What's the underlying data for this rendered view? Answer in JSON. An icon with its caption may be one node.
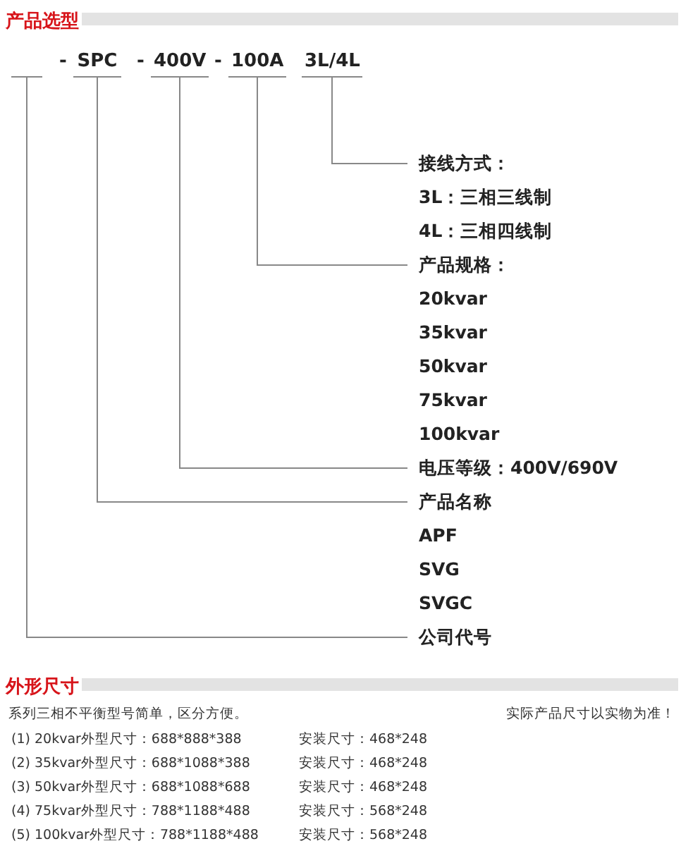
{
  "diagram": {
    "nodes": [
      {
        "text": [],
        "shape": "bar"
      },
      {
        "text": [
          "SPC"
        ]
      },
      {
        "text": [
          "400V"
        ]
      },
      {
        "text": [
          "100A"
        ]
      },
      {
        "text": [
          "3L/4L"
        ]
      },
      {
        "text": [
          "接线方式：",
          "3L：三相三线制",
          "4L：三相四线制"
        ]
      },
      {
        "text": [
          "产品规格：",
          "20kvar",
          "35kvar",
          "50kvar",
          "75kvar",
          "100kvar"
        ]
      },
      {
        "text": [
          "电压等级：400V/690V"
        ]
      },
      {
        "text": [
          "产品名称",
          "APF",
          "SVG",
          "SVGC"
        ]
      },
      {
        "text": [
          "公司代号"
        ]
      }
    ],
    "edges": [
      {
        "from": 4,
        "to": 5,
        "arrow": "none"
      },
      {
        "from": 3,
        "to": 6,
        "arrow": "none"
      },
      {
        "from": 2,
        "to": 7,
        "arrow": "none"
      },
      {
        "from": 1,
        "to": 8,
        "arrow": "none"
      },
      {
        "from": 0,
        "to": 9,
        "arrow": "none"
      }
    ],
    "labels": [
      "产品选型",
      "-",
      "-",
      "-",
      "外形尺寸",
      "系列三相不平衡型号简单，区分方便。",
      "实际产品尺寸以实物为准！",
      "(1) 20kvar外型尺寸：688*888*388",
      "安装尺寸：468*248",
      "(2) 35kvar外型尺寸：688*1088*388",
      "安装尺寸：468*248",
      "(3) 50kvar外型尺寸：688*1088*688",
      "安装尺寸：468*248",
      "(4) 75kvar外型尺寸：788*1188*488",
      "安装尺寸：568*248",
      "(5) 100kvar外型尺寸：788*1188*488",
      "安装尺寸：568*248"
    ]
  }
}
